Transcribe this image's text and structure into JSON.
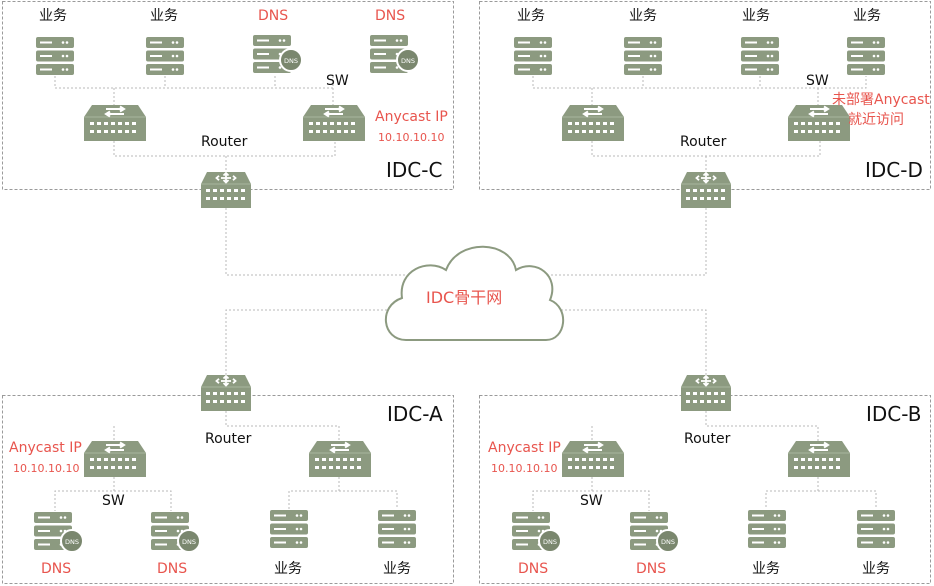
{
  "labels": {
    "business": "业务",
    "dns": "DNS",
    "router": "Router",
    "switch": "SW",
    "anycast_ip": "Anycast IP",
    "anycast_addr": "10.10.10.10",
    "dns_badge": "DNS",
    "not_deployed_line1": "未部署Anycast",
    "not_deployed_line2": "就近访问",
    "backbone": "IDC骨干网"
  },
  "idcs": [
    {
      "name": "IDC-C"
    },
    {
      "name": "IDC-D"
    },
    {
      "name": "IDC-A"
    },
    {
      "name": "IDC-B"
    }
  ],
  "colors": {
    "device": "#8c9a80",
    "device_dark": "#7a876e",
    "accent": "#e8554e",
    "border": "#9a9a9a",
    "line": "#b8b8b8"
  },
  "icons": [
    "server-icon",
    "dns-server-icon",
    "switch-icon",
    "router-icon",
    "cloud-icon"
  ]
}
